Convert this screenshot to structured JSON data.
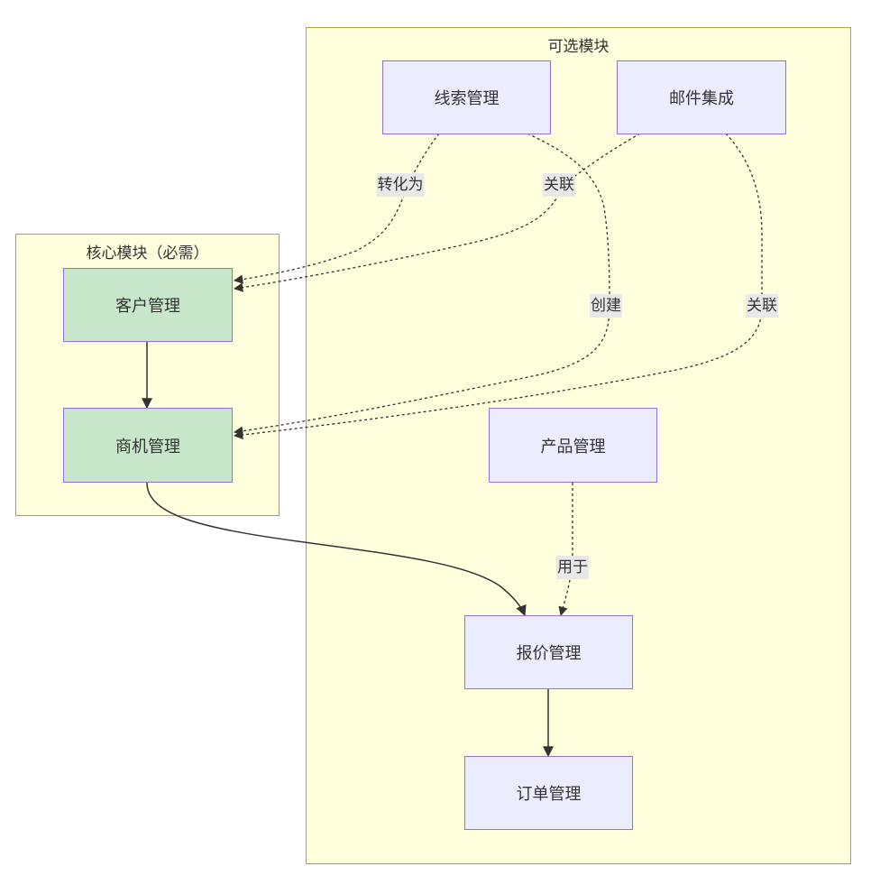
{
  "clusters": {
    "core": {
      "title": "核心模块（必需）"
    },
    "optional": {
      "title": "可选模块"
    }
  },
  "nodes": {
    "customer": "客户管理",
    "opportunity": "商机管理",
    "lead": "线索管理",
    "email": "邮件集成",
    "product": "产品管理",
    "quote": "报价管理",
    "order": "订单管理"
  },
  "edges": [
    {
      "id": "customer-opportunity",
      "from": "客户管理",
      "to": "商机管理",
      "label": "",
      "style": "solid"
    },
    {
      "id": "lead-customer",
      "from": "线索管理",
      "to": "客户管理",
      "label": "转化为",
      "style": "dotted"
    },
    {
      "id": "email-customer",
      "from": "邮件集成",
      "to": "客户管理",
      "label": "关联",
      "style": "dotted"
    },
    {
      "id": "lead-opportunity",
      "from": "线索管理",
      "to": "商机管理",
      "label": "创建",
      "style": "dotted"
    },
    {
      "id": "email-opportunity",
      "from": "邮件集成",
      "to": "商机管理",
      "label": "关联",
      "style": "dotted"
    },
    {
      "id": "opportunity-quote",
      "from": "商机管理",
      "to": "报价管理",
      "label": "",
      "style": "solid"
    },
    {
      "id": "product-quote",
      "from": "产品管理",
      "to": "报价管理",
      "label": "用于",
      "style": "dotted"
    },
    {
      "id": "quote-order",
      "from": "报价管理",
      "to": "订单管理",
      "label": "",
      "style": "solid"
    }
  ],
  "colors": {
    "cluster_fill": "#ffffde",
    "cluster_border": "#aaaa33",
    "node_fill": "#ececff",
    "core_node_fill": "#c8e6c9",
    "node_border": "#9370db",
    "edge": "#333333",
    "label_bg": "#e8e8e8"
  }
}
